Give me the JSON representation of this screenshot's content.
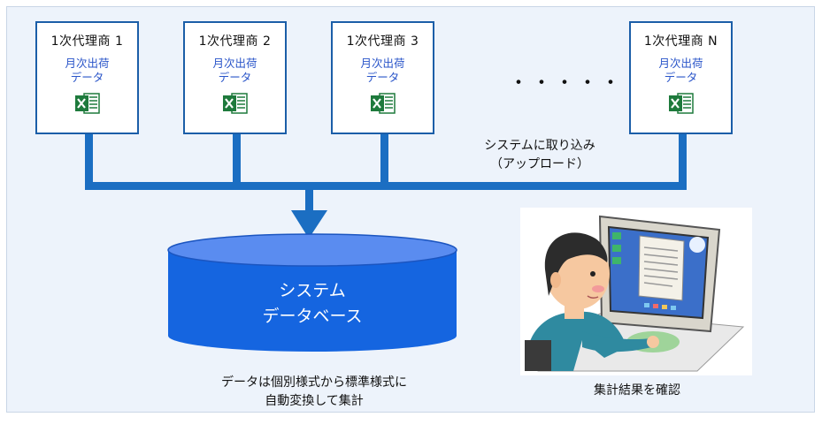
{
  "agents": [
    {
      "name": "1次代理商 1",
      "data_line1": "月次出荷",
      "data_line2": "データ"
    },
    {
      "name": "1次代理商 2",
      "data_line1": "月次出荷",
      "data_line2": "データ"
    },
    {
      "name": "1次代理商 3",
      "data_line1": "月次出荷",
      "data_line2": "データ"
    },
    {
      "name": "1次代理商 N",
      "data_line1": "月次出荷",
      "data_line2": "データ"
    }
  ],
  "ellipsis": "・・・・・",
  "upload_caption": {
    "line1": "システムに取り込み",
    "line2": "（アップロード）"
  },
  "database": {
    "line1": "システム",
    "line2": "データベース"
  },
  "transform_caption": {
    "line1": "データは個別様式から標準様式に",
    "line2": "自動変換して集計"
  },
  "result_caption": "集計結果を確認",
  "colors": {
    "line": "#1b6ec2",
    "db_fill": "#1565e0",
    "db_top": "#5a8cf0",
    "excel": "#1e7a3c",
    "text_blue": "#2a55c9"
  }
}
